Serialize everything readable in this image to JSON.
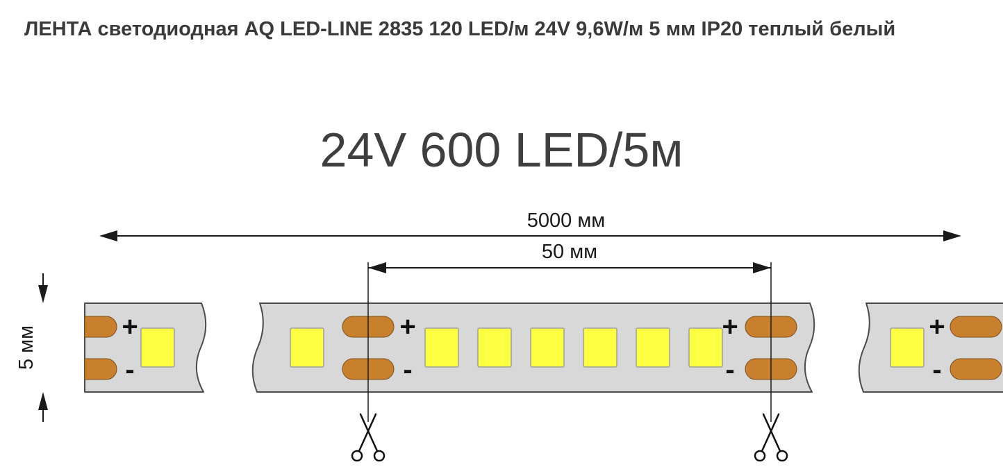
{
  "page": {
    "title": "ЛЕНТА светодиодная AQ LED-LINE 2835 120 LED/м 24V 9,6W/м 5 мм IP20 теплый белый"
  },
  "diagram": {
    "heading": "24V 600 LED/5м",
    "dimensions": {
      "total_length": "5000 мм",
      "cut_step": "50 мм",
      "strip_width": "5 мм"
    },
    "polarity": {
      "plus": "+",
      "minus": "-"
    },
    "colors": {
      "strip_fill": "#d8d8d8",
      "strip_outline": "#4c4c4c",
      "led_fill": "#fdff43",
      "pad_fill": "#c8802f",
      "dimension_line": "#1a1a1a",
      "text": "#3a3a3a"
    }
  }
}
